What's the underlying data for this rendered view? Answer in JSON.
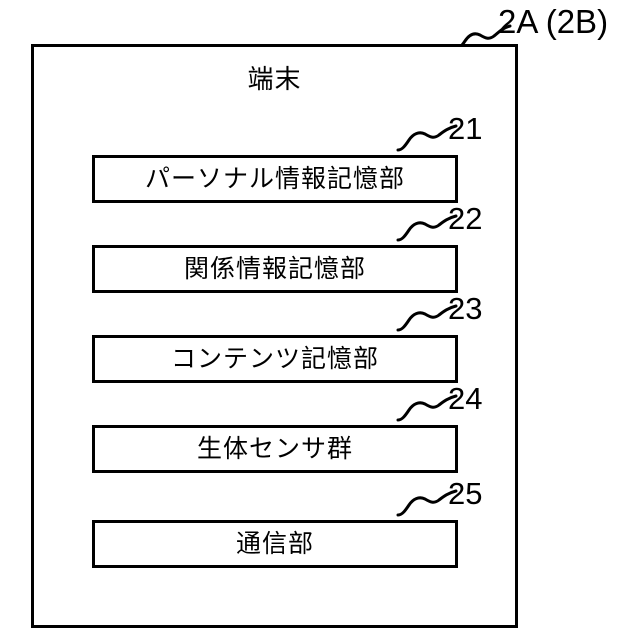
{
  "figure": {
    "assembly_label": "2A (2B)",
    "title": "端末",
    "background_color": "#ffffff",
    "line_color": "#000000",
    "components": [
      {
        "ref": "21",
        "label": "パーソナル情報記憶部"
      },
      {
        "ref": "22",
        "label": "関係情報記憶部"
      },
      {
        "ref": "23",
        "label": "コンテンツ記憶部"
      },
      {
        "ref": "24",
        "label": "生体センサ群"
      },
      {
        "ref": "25",
        "label": "通信部"
      }
    ]
  }
}
